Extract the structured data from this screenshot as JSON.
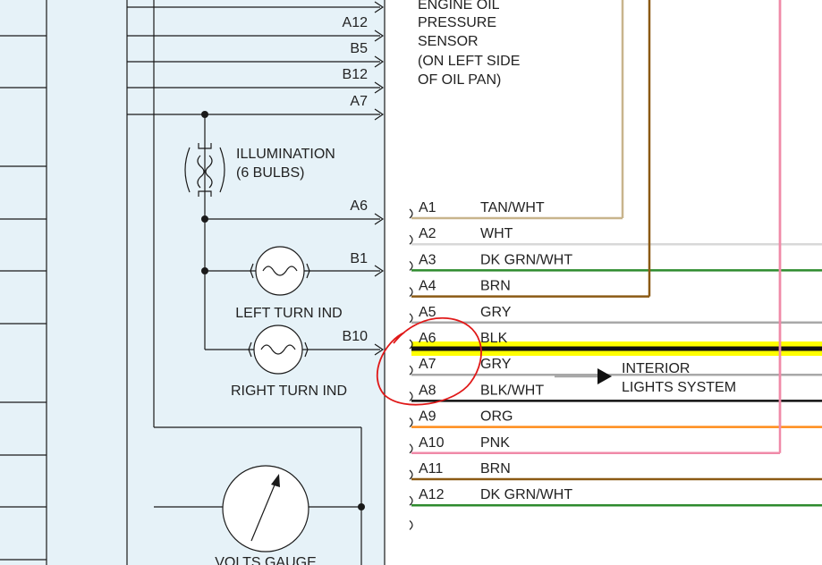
{
  "colors": {
    "panel_bg": "#e6f2f8",
    "line": "#1a1a1a",
    "tan": "#c8b48c",
    "white_wire": "#d8d8d8",
    "dk_grn": "#2e8b2e",
    "brn": "#8b5a14",
    "gry": "#a8a8a8",
    "blk": "#111111",
    "highlight": "#ffff00",
    "org": "#ff8c1a",
    "pnk": "#f08aa8",
    "annotation": "#e01818"
  },
  "cluster_pins": [
    {
      "label": "A12"
    },
    {
      "label": "B5"
    },
    {
      "label": "B12"
    },
    {
      "label": "A7"
    },
    {
      "label": "A6"
    },
    {
      "label": "B1"
    },
    {
      "label": "B10"
    }
  ],
  "components": {
    "oil_sensor": [
      "ENGINE OIL",
      "PRESSURE",
      "SENSOR",
      "(ON LEFT SIDE",
      "OF OIL PAN)"
    ],
    "illumination": [
      "ILLUMINATION",
      "(6 BULBS)"
    ],
    "left_turn": "LEFT TURN IND",
    "right_turn": "RIGHT TURN IND",
    "volts_gauge": "VOLTS GAUGE"
  },
  "connector_pins": [
    {
      "pin": "A1",
      "wire": "TAN/WHT",
      "color_key": "tan"
    },
    {
      "pin": "A2",
      "wire": "WHT",
      "color_key": "white_wire"
    },
    {
      "pin": "A3",
      "wire": "DK GRN/WHT",
      "color_key": "dk_grn"
    },
    {
      "pin": "A4",
      "wire": "BRN",
      "color_key": "brn"
    },
    {
      "pin": "A5",
      "wire": "GRY",
      "color_key": "gry"
    },
    {
      "pin": "A6",
      "wire": "BLK",
      "color_key": "blk"
    },
    {
      "pin": "A7",
      "wire": "GRY",
      "color_key": "gry"
    },
    {
      "pin": "A8",
      "wire": "BLK/WHT",
      "color_key": "blk"
    },
    {
      "pin": "A9",
      "wire": "ORG",
      "color_key": "org"
    },
    {
      "pin": "A10",
      "wire": "PNK",
      "color_key": "pnk"
    },
    {
      "pin": "A11",
      "wire": "BRN",
      "color_key": "brn"
    },
    {
      "pin": "A12",
      "wire": "DK GRN/WHT",
      "color_key": "dk_grn"
    }
  ],
  "interior_lights": [
    "INTERIOR",
    "LIGHTS SYSTEM"
  ]
}
